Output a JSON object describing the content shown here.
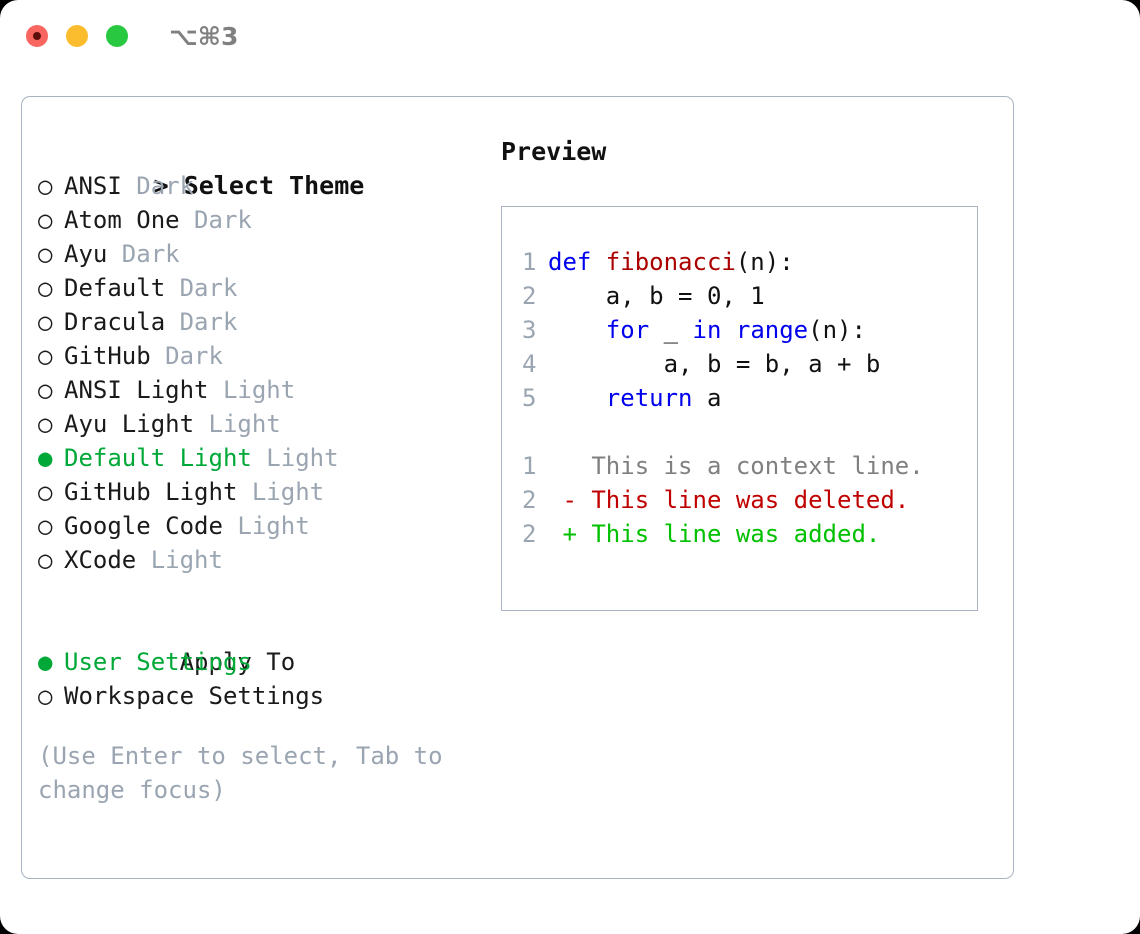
{
  "titlebar": {
    "shortcut": "⌥⌘3",
    "buttons": [
      {
        "name": "close",
        "color": "#f9655f"
      },
      {
        "name": "minimize",
        "color": "#fbbd2e"
      },
      {
        "name": "zoom",
        "color": "#28c840"
      }
    ]
  },
  "theme_picker": {
    "header_marker": "> ",
    "header": "Select Theme",
    "bullet_unselected": "○ ",
    "bullet_selected": "● ",
    "items": [
      {
        "name": "ANSI",
        "tag": "Dark",
        "selected": false
      },
      {
        "name": "Atom One",
        "tag": "Dark",
        "selected": false
      },
      {
        "name": "Ayu",
        "tag": "Dark",
        "selected": false
      },
      {
        "name": "Default",
        "tag": "Dark",
        "selected": false
      },
      {
        "name": "Dracula",
        "tag": "Dark",
        "selected": false
      },
      {
        "name": "GitHub",
        "tag": "Dark",
        "selected": false
      },
      {
        "name": "ANSI Light",
        "tag": "Light",
        "selected": false
      },
      {
        "name": "Ayu Light",
        "tag": "Light",
        "selected": false
      },
      {
        "name": "Default Light",
        "tag": "Light",
        "selected": true
      },
      {
        "name": "GitHub Light",
        "tag": "Light",
        "selected": false
      },
      {
        "name": "Google Code",
        "tag": "Light",
        "selected": false
      },
      {
        "name": "XCode",
        "tag": "Light",
        "selected": false
      }
    ]
  },
  "apply_to": {
    "label": "Apply To",
    "options": [
      {
        "name": "User Settings",
        "selected": true
      },
      {
        "name": "Workspace Settings",
        "selected": false
      }
    ]
  },
  "hint": "(Use Enter to select, Tab to change focus)",
  "preview": {
    "title": "Preview",
    "code_lines": [
      {
        "num": "1",
        "tokens": [
          {
            "t": "def ",
            "c": "kw"
          },
          {
            "t": "fibonacci",
            "c": "fn"
          },
          {
            "t": "(n):",
            "c": "plain"
          }
        ]
      },
      {
        "num": "2",
        "tokens": [
          {
            "t": "    a, b = 0, 1",
            "c": "plain"
          }
        ]
      },
      {
        "num": "3",
        "tokens": [
          {
            "t": "    ",
            "c": "plain"
          },
          {
            "t": "for",
            "c": "kw"
          },
          {
            "t": " _ ",
            "c": "plain"
          },
          {
            "t": "in",
            "c": "kw"
          },
          {
            "t": " ",
            "c": "plain"
          },
          {
            "t": "range",
            "c": "kw"
          },
          {
            "t": "(n):",
            "c": "plain"
          }
        ]
      },
      {
        "num": "4",
        "tokens": [
          {
            "t": "        a, b = b, a + b",
            "c": "plain"
          }
        ]
      },
      {
        "num": "5",
        "tokens": [
          {
            "t": "    ",
            "c": "plain"
          },
          {
            "t": "return",
            "c": "kw"
          },
          {
            "t": " a",
            "c": "plain"
          }
        ]
      }
    ],
    "diff_lines": [
      {
        "num": "1",
        "marker": "  ",
        "text": "This is a context line.",
        "kind": "ctx"
      },
      {
        "num": "2",
        "marker": "- ",
        "text": "This line was deleted.",
        "kind": "del"
      },
      {
        "num": "2",
        "marker": "+ ",
        "text": "This line was added.",
        "kind": "add"
      }
    ]
  },
  "colors": {
    "selection_green": "#00a838",
    "tag_gray": "#9aa5b1",
    "border": "#a8b4c2",
    "keyword_blue": "#0000ee",
    "function_red": "#aa0000",
    "diff_deleted": "#c00000",
    "diff_added": "#00c000"
  }
}
